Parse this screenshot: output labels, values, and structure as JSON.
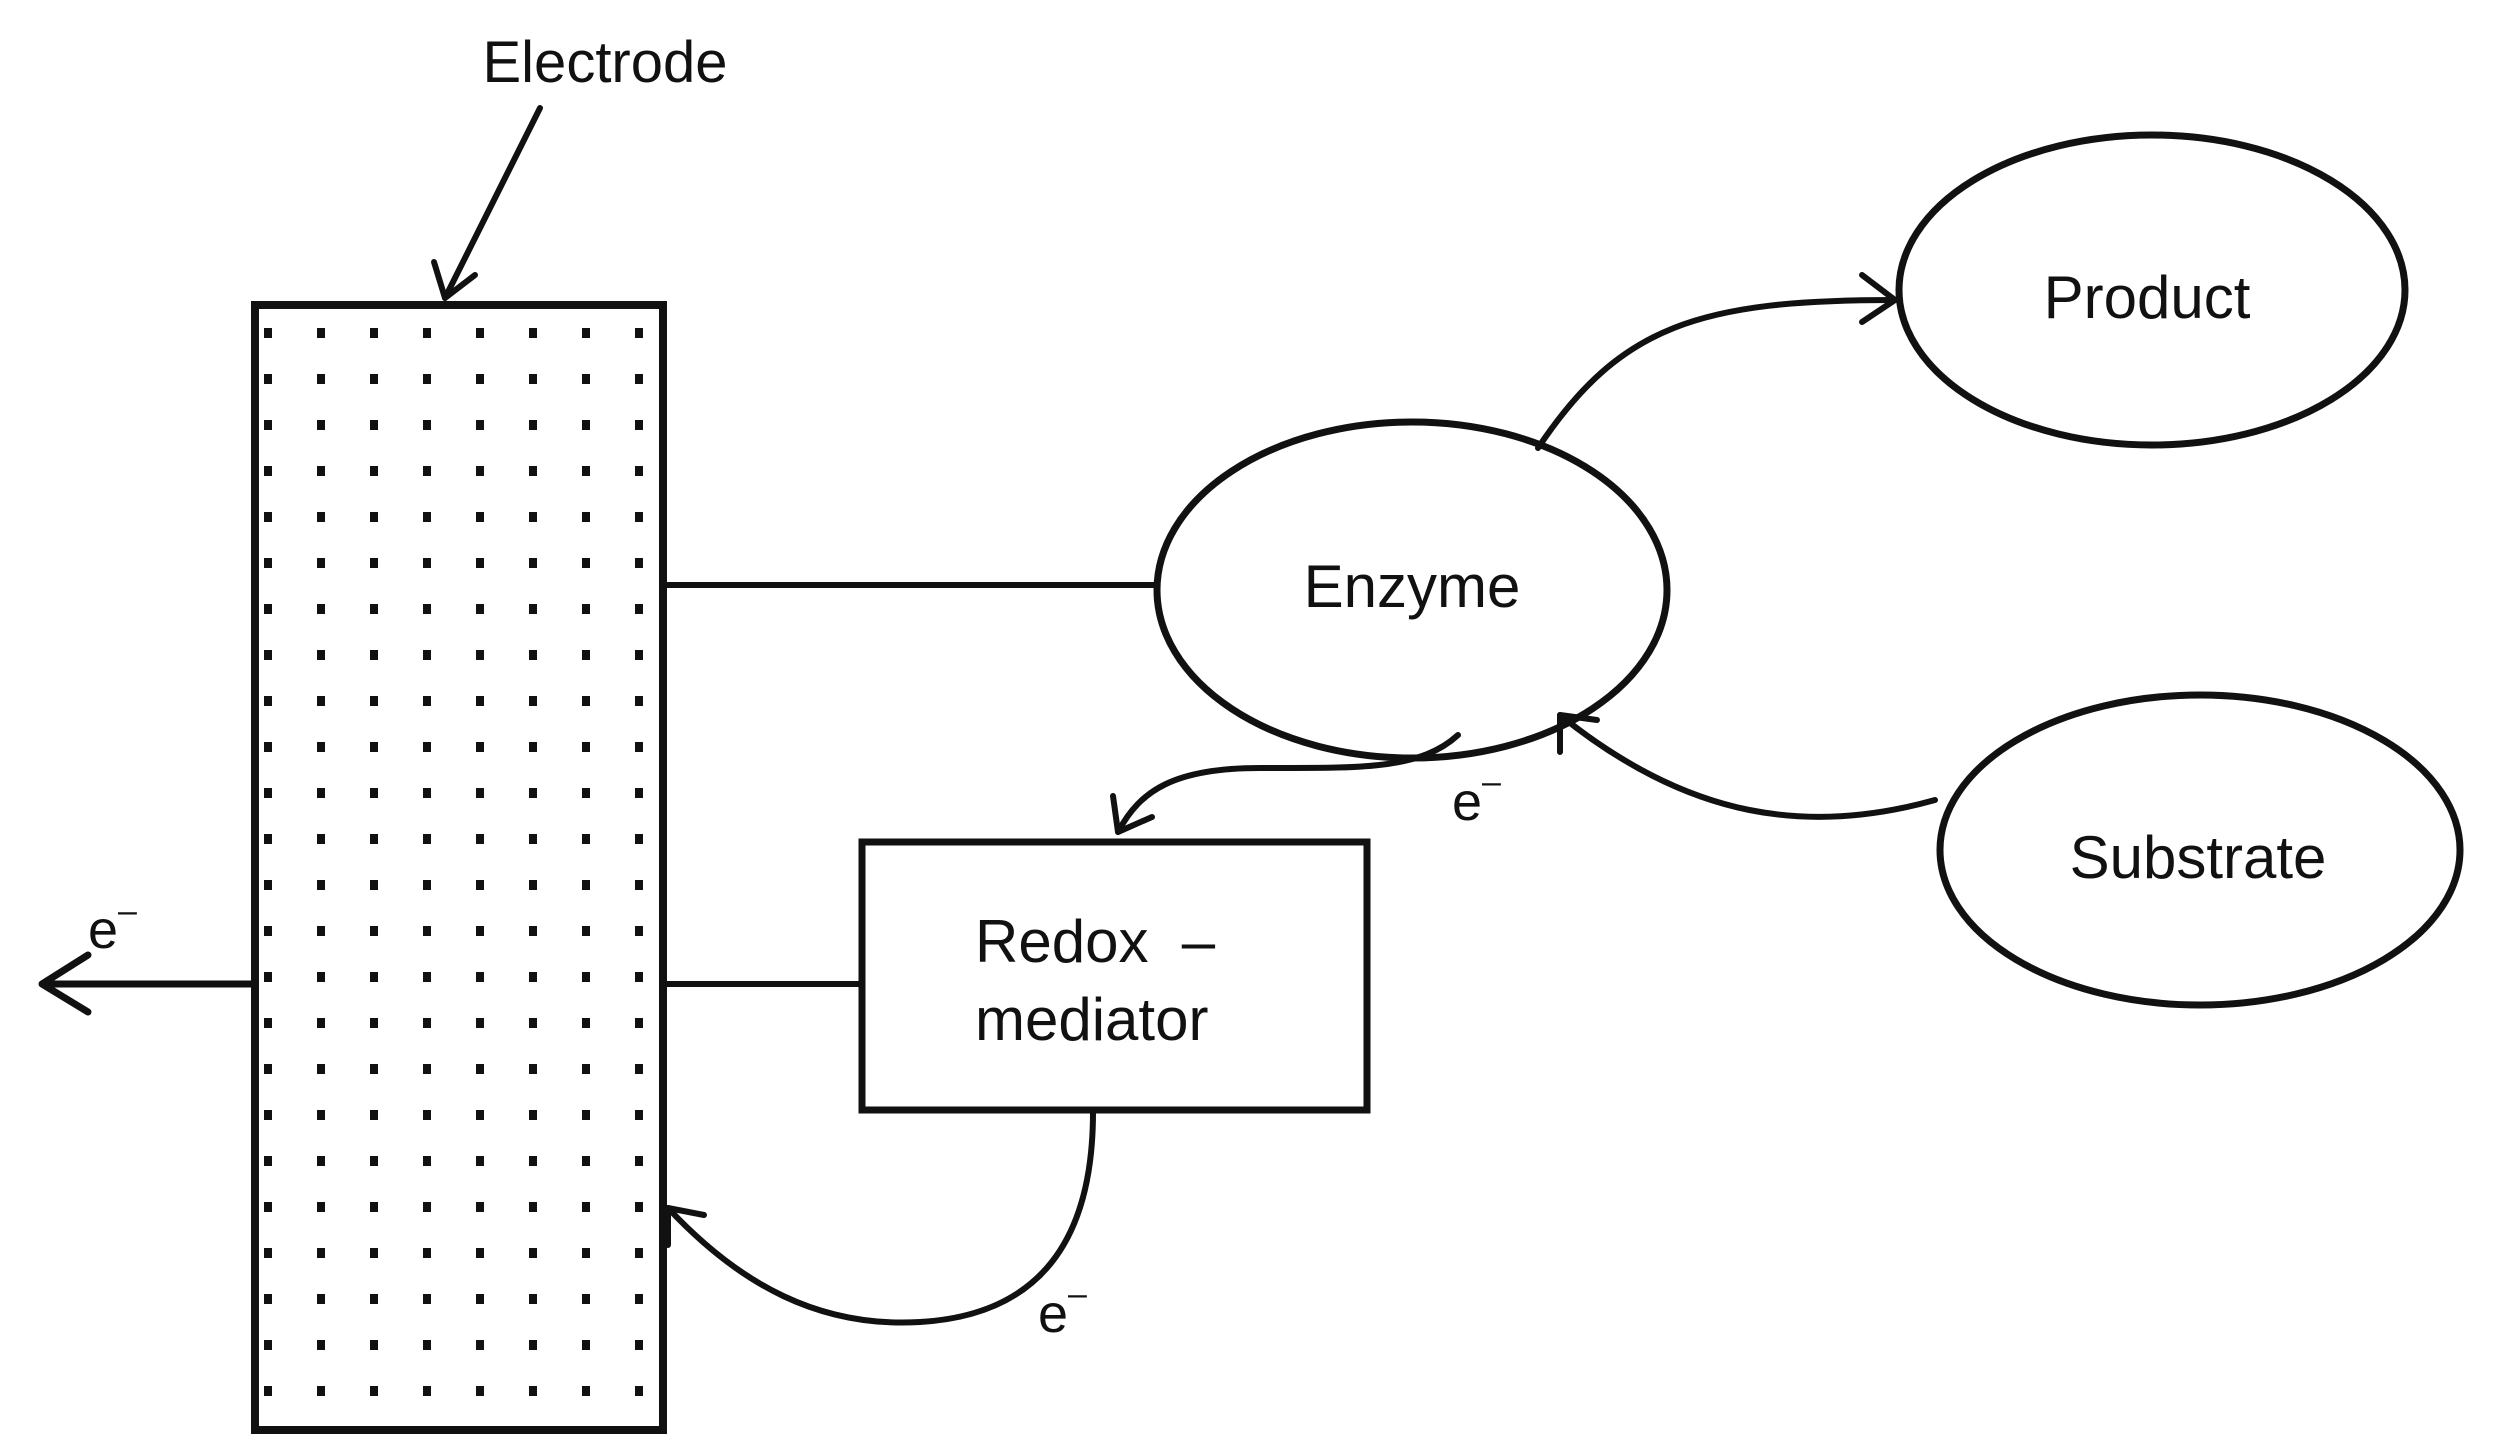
{
  "labels": {
    "electrode": "Electrode",
    "enzyme": "Enzyme",
    "product": "Product",
    "substrate": "Substrate",
    "mediator_line1": "Redox  –",
    "mediator_line2": "mediator",
    "electron": "e",
    "electron_charge": "–"
  },
  "colors": {
    "ink": "#111111",
    "background": "#ffffff"
  }
}
